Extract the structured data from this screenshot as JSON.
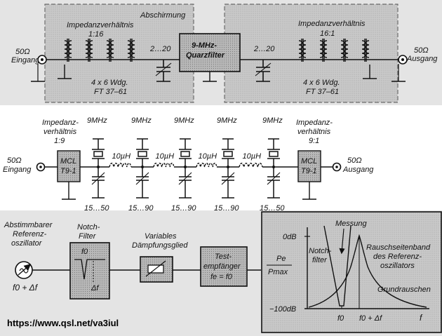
{
  "top": {
    "shield_label": "Abschirmung",
    "left_ratio_label": "Impedanzverhältnis",
    "left_ratio": "1:16",
    "right_ratio_label": "Impedanzverhältnis",
    "right_ratio": "16:1",
    "left_io_ohm": "50Ω",
    "left_io_name": "Eingang",
    "right_io_ohm": "50Ω",
    "right_io_name": "Ausgang",
    "left_cap": "2…20",
    "right_cap": "2…20",
    "filter_line1": "9-MHz-",
    "filter_line2": "Quarzfilter",
    "left_winding_1": "4 x 6 Wdg.",
    "left_winding_2": "FT 37–61",
    "right_winding_1": "4 x 6 Wdg.",
    "right_winding_2": "FT 37–61"
  },
  "middle": {
    "left_ratio_1": "Impedanz-",
    "left_ratio_2": "verhältnis",
    "left_ratio_3": "1:9",
    "right_ratio_1": "Impedanz-",
    "right_ratio_2": "verhältnis",
    "right_ratio_3": "9:1",
    "left_io_ohm": "50Ω",
    "left_io_name": "Eingang",
    "right_io_ohm": "50Ω",
    "right_io_name": "Ausgang",
    "left_xfmr_1": "MCL",
    "left_xfmr_2": "T9-1",
    "right_xfmr_1": "MCL",
    "right_xfmr_2": "T9-1",
    "crystals": [
      "9MHz",
      "9MHz",
      "9MHz",
      "9MHz",
      "9MHz"
    ],
    "inductors": [
      "10µH",
      "10µH",
      "10µH",
      "10µH"
    ],
    "trimmers": [
      "15…50",
      "15…90",
      "15…90",
      "15…90",
      "15…50"
    ]
  },
  "bottom": {
    "osc_1": "Abstimmbarer",
    "osc_2": "Referenz-",
    "osc_3": "oszillator",
    "osc_freq": "f0 + Δf",
    "notch_1": "Notch-",
    "notch_2": "Filter",
    "notch_f0": "f0",
    "notch_df": "Δf",
    "atten_1": "Variables",
    "atten_2": "Dämpfungsglied",
    "rx_1": "Test-",
    "rx_2": "empfänger",
    "rx_3": "fe = f0",
    "ratio_num": "Pe",
    "ratio_den": "Pmax",
    "db_top": "0dB",
    "db_bottom": "−100dB",
    "messung": "Messung",
    "notchfilter_1": "Notch-",
    "notchfilter_2": "filter",
    "noise_1": "Rauschseitenband",
    "noise_2": "des Referenz-",
    "noise_3": "oszillators",
    "floor": "Grundrauschen",
    "x_f0": "f0",
    "x_f0df": "f0 + Δf",
    "x_f": "f"
  },
  "footer": {
    "url": "https://www.qsl.net/va3iul"
  }
}
